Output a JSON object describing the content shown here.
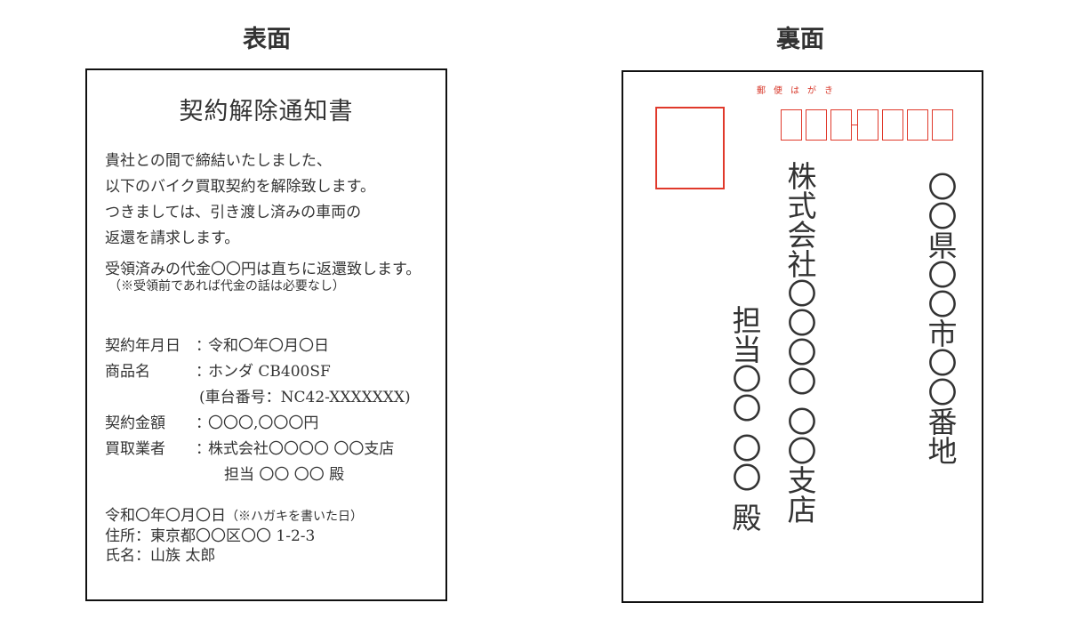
{
  "front": {
    "label": "表面",
    "heading": "契約解除通知書",
    "paragraph1": [
      "貴社との間で締結いたしました、",
      "以下のバイク買取契約を解除致します。",
      "つきましては、引き渡し済みの車両の",
      "返還を請求します。"
    ],
    "paragraph2": "受領済みの代金〇〇円は直ちに返還致します。",
    "paragraph2_note": "（※受領前であれば代金の話は必要なし）",
    "details": [
      {
        "label": "契約年月日",
        "sep": "：",
        "value": "令和〇年〇月〇日"
      },
      {
        "label": "商品名",
        "sep": "：",
        "value": "ホンダ CB400SF"
      },
      {
        "label": "",
        "sep": "",
        "value": "(車台番号：NC42-XXXXXXX)"
      },
      {
        "label": "契約金額",
        "sep": "：",
        "value": "〇〇〇,〇〇〇円"
      },
      {
        "label": "買取業者",
        "sep": "：",
        "value": "株式会社〇〇〇〇 〇〇支店"
      },
      {
        "label": "",
        "sep": "",
        "value": "担当 〇〇 〇〇 殿"
      }
    ],
    "sender": {
      "date": "令和〇年〇月〇日",
      "date_note": "（※ハガキを書いた日）",
      "address": "住所：東京都〇〇区〇〇 1-2-3",
      "name": "氏名：山族 太郎"
    }
  },
  "back": {
    "label": "裏面",
    "postcard_label": "郵便はがき",
    "zip_boxes_before_dash": 3,
    "zip_boxes_after_dash": 4,
    "address_column": "〇〇県〇〇市〇〇番地",
    "company_column_part1": "株式会社〇〇〇〇",
    "company_column_part2": "〇〇支店",
    "person_column_part1": "担当〇〇",
    "person_column_part2": "〇〇",
    "person_column_part3": "殿",
    "colors": {
      "red": "#e0392b",
      "text": "#333333",
      "border": "#111111"
    }
  }
}
